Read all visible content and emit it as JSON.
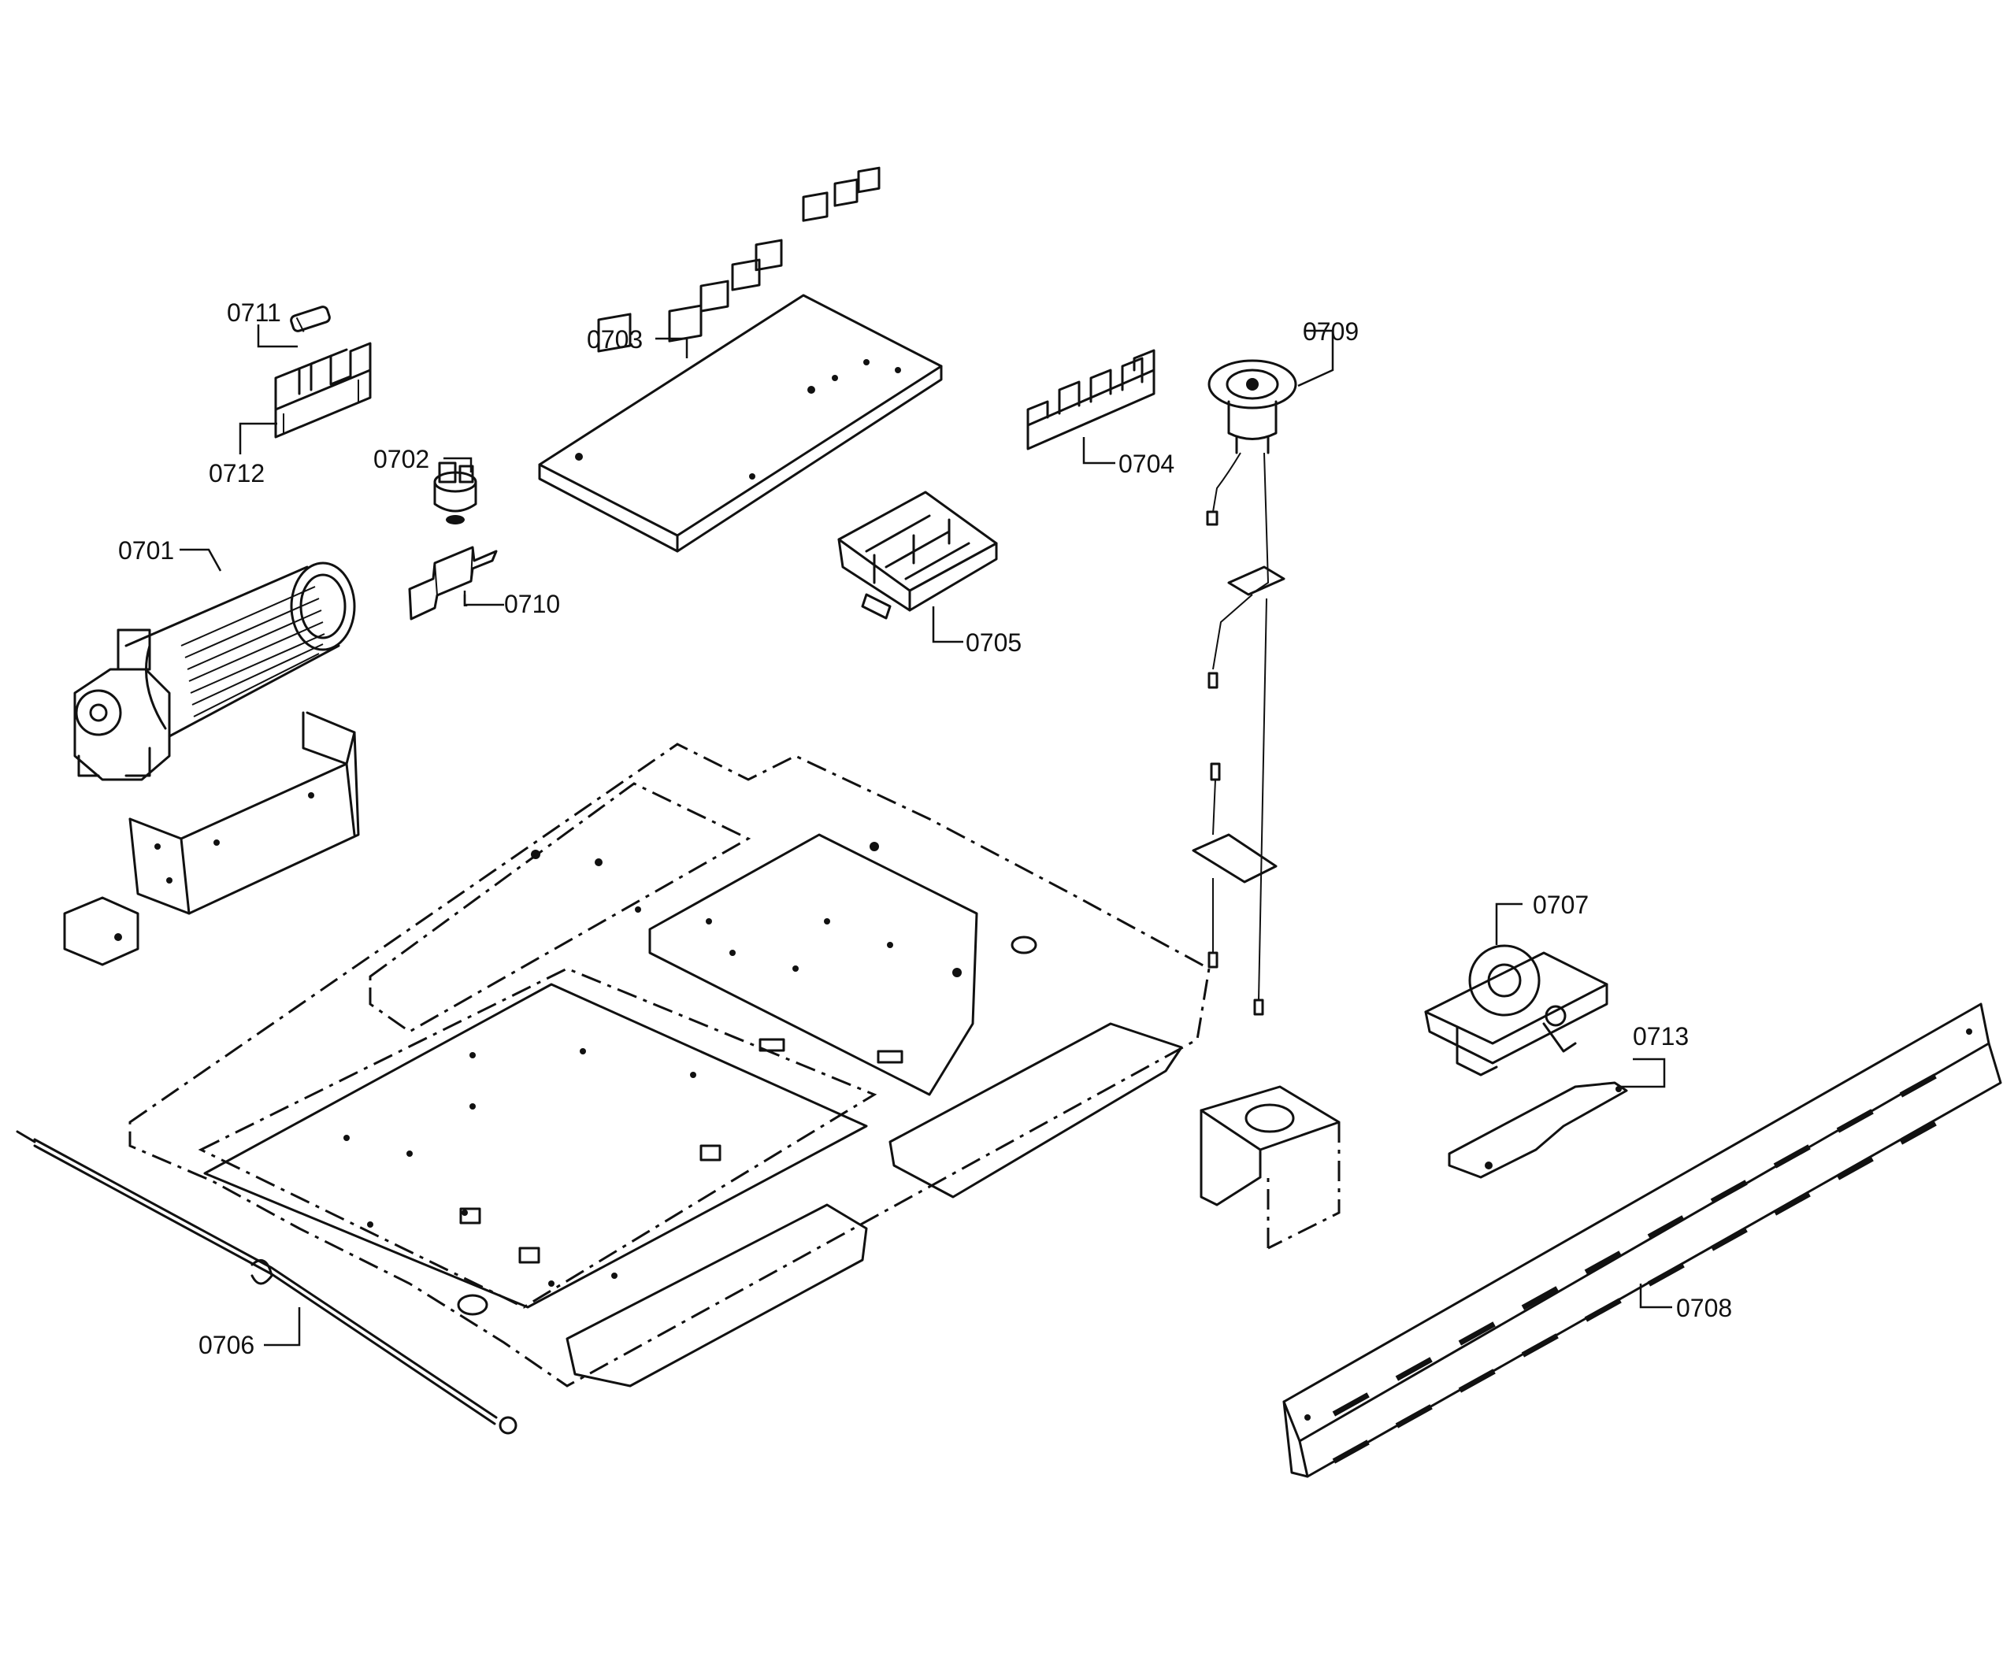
{
  "diagram": {
    "callouts": [
      {
        "id": "c0701",
        "text": "0701"
      },
      {
        "id": "c0702",
        "text": "0702"
      },
      {
        "id": "c0703",
        "text": "0703"
      },
      {
        "id": "c0704",
        "text": "0704"
      },
      {
        "id": "c0705",
        "text": "0705"
      },
      {
        "id": "c0706",
        "text": "0706"
      },
      {
        "id": "c0707",
        "text": "0707"
      },
      {
        "id": "c0708",
        "text": "0708"
      },
      {
        "id": "c0709",
        "text": "0709"
      },
      {
        "id": "c0710",
        "text": "0710"
      },
      {
        "id": "c0711",
        "text": "0711"
      },
      {
        "id": "c0712",
        "text": "0712"
      },
      {
        "id": "c0713",
        "text": "0713"
      }
    ]
  }
}
